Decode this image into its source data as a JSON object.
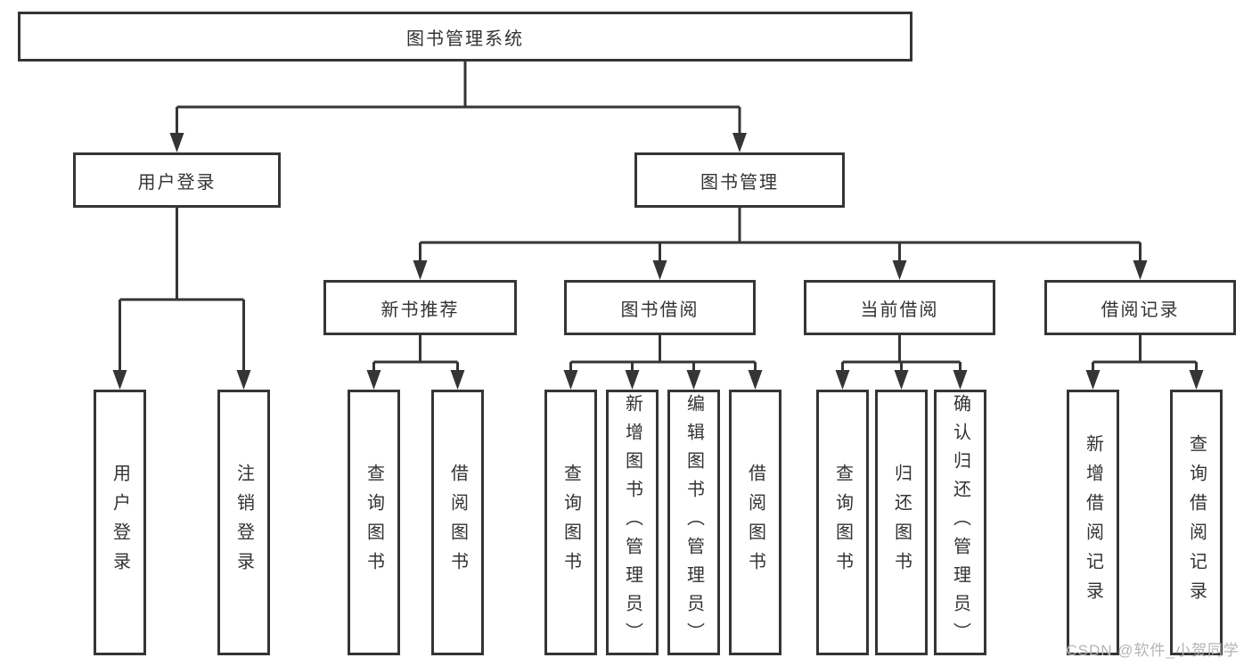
{
  "colors": {
    "line": "#353535",
    "text": "#333333",
    "box_fill": "#ffffff",
    "background": "#ffffff",
    "watermark": "#b4b4b4"
  },
  "root": {
    "label": "图书管理系统"
  },
  "user_login": {
    "label": "用户登录",
    "leaves": [
      "用户登录",
      "注销登录"
    ]
  },
  "book_mgmt": {
    "label": "图书管理"
  },
  "sections": [
    {
      "label": "新书推荐",
      "leaves": [
        "查询图书",
        "借阅图书"
      ]
    },
    {
      "label": "图书借阅",
      "leaves": [
        "查询图书",
        "新增图书（管理员）",
        "编辑图书（管理员）",
        "借阅图书"
      ]
    },
    {
      "label": "当前借阅",
      "leaves": [
        "查询图书",
        "归还图书",
        "确认归还（管理员）"
      ]
    },
    {
      "label": "借阅记录",
      "leaves": [
        "新增借阅记录",
        "查询借阅记录"
      ]
    }
  ],
  "watermark": "CSDN @软件_小贺同学"
}
